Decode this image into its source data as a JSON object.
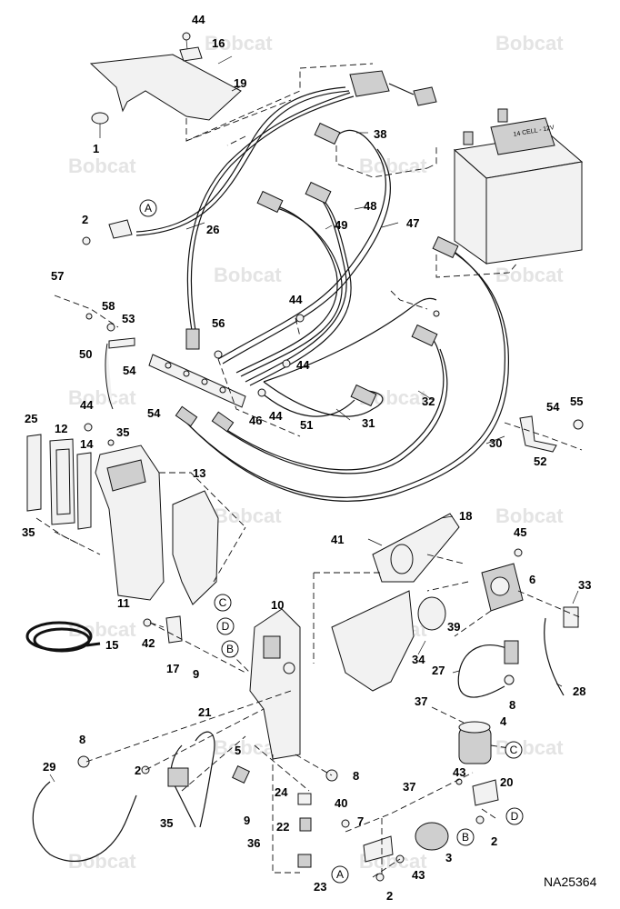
{
  "watermark_text": "Bobcat",
  "figure_number": "NA25364",
  "callouts": {
    "c1": "1",
    "c2a": "2",
    "c2b": "2",
    "c2c": "2",
    "c2d": "2",
    "c3": "3",
    "c4": "4",
    "c5": "5",
    "c6": "6",
    "c7": "7",
    "c8a": "8",
    "c8b": "8",
    "c8c": "8",
    "c9a": "9",
    "c9b": "9",
    "c10": "10",
    "c11": "11",
    "c12": "12",
    "c13": "13",
    "c14": "14",
    "c15": "15",
    "c16": "16",
    "c17": "17",
    "c18": "18",
    "c19": "19",
    "c20": "20",
    "c21": "21",
    "c22": "22",
    "c23": "23",
    "c24": "24",
    "c25": "25",
    "c26": "26",
    "c27": "27",
    "c28": "28",
    "c29": "29",
    "c30": "30",
    "c31": "31",
    "c32": "32",
    "c33": "33",
    "c34": "34",
    "c35a": "35",
    "c35b": "35",
    "c35c": "35",
    "c36": "36",
    "c37a": "37",
    "c37b": "37",
    "c38": "38",
    "c39": "39",
    "c40": "40",
    "c41": "41",
    "c42": "42",
    "c43a": "43",
    "c43b": "43",
    "c44a": "44",
    "c44b": "44",
    "c44c": "44",
    "c44d": "44",
    "c44e": "44",
    "c45": "45",
    "c46": "46",
    "c47": "47",
    "c48": "48",
    "c49": "49",
    "c50": "50",
    "c51": "51",
    "c52": "52",
    "c53": "53",
    "c54a": "54",
    "c54b": "54",
    "c54c": "54",
    "c55": "55",
    "c56": "56",
    "c57": "57",
    "c58": "58"
  },
  "reference_circles": {
    "A1": "A",
    "A2": "A",
    "B1": "B",
    "B2": "B",
    "C1": "C",
    "C2": "C",
    "D1": "D",
    "D2": "D"
  },
  "battery_label": "14 CELL - 12V"
}
